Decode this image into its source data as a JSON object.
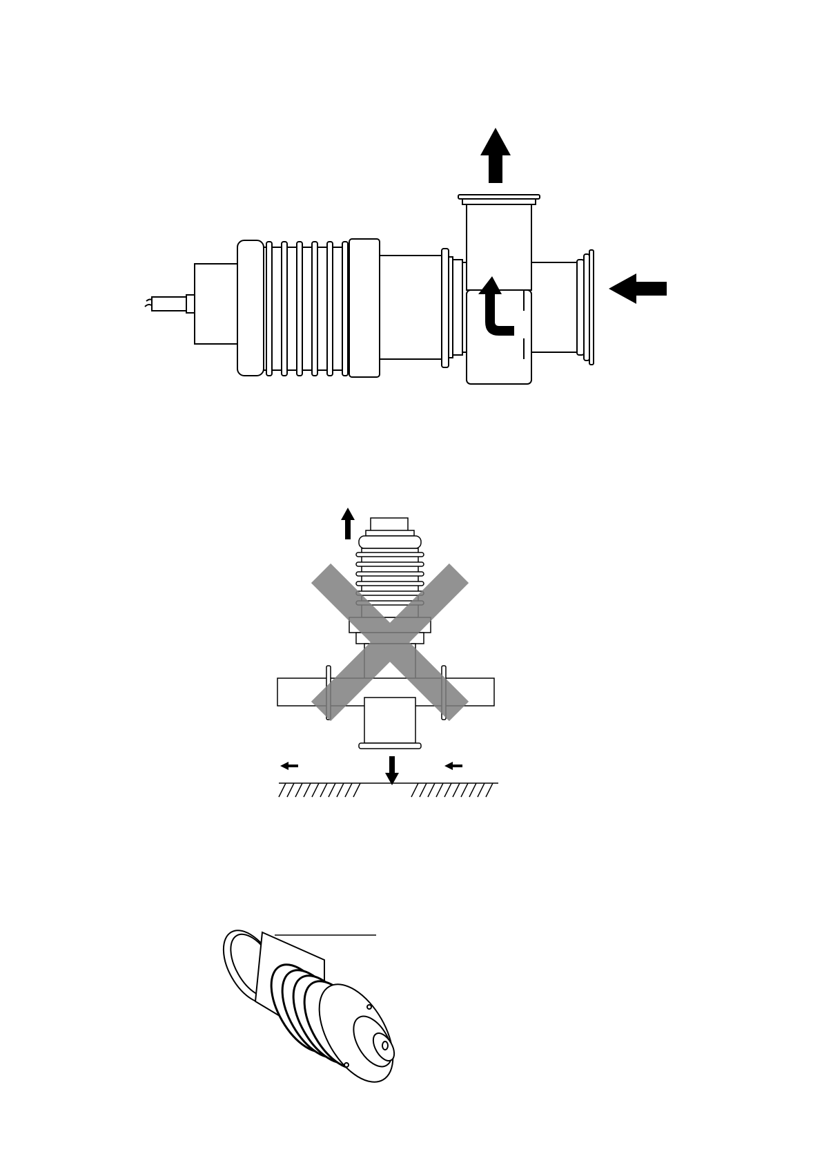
{
  "page": {
    "background": "#ffffff",
    "line_color": "#000000",
    "cross_color": "#808080"
  },
  "figures": [
    {
      "name": "horizontal-installation",
      "icons": [
        "arrow-up-icon",
        "curved-arrow-icon",
        "arrow-left-icon"
      ]
    },
    {
      "name": "vertical-installation-prohibited",
      "icons": [
        "arrow-up-icon",
        "prohibited-cross-icon",
        "arrow-down-icon",
        "arrow-left-icon",
        "arrow-left-icon"
      ]
    },
    {
      "name": "pump-isometric-view",
      "icons": [
        "leader-line-icon"
      ]
    }
  ]
}
